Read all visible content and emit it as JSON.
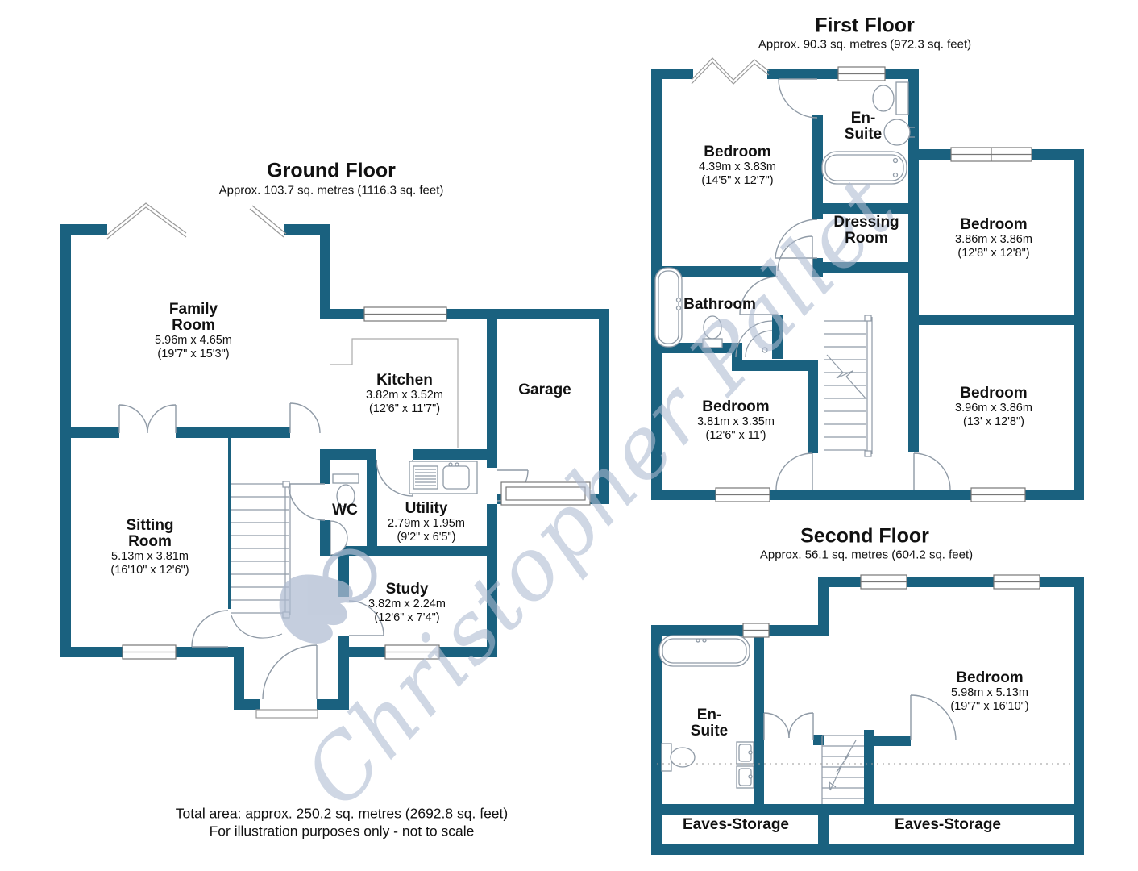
{
  "colors": {
    "wall": "#1A617F",
    "fixture_line": "#8F9AA6",
    "watermark": "#AEBBD1"
  },
  "watermark": {
    "text": "Christopher Pallet"
  },
  "footer": {
    "line1": "Total area: approx. 250.2 sq. metres (2692.8 sq. feet)",
    "line2": "For illustration purposes only - not to scale"
  },
  "floors": {
    "ground": {
      "title": "Ground Floor",
      "subtitle": "Approx. 103.7 sq. metres (1116.3 sq. feet)",
      "rooms": {
        "family": {
          "name": "Family Room",
          "m": "5.96m x 4.65m",
          "ft": "(19'7\" x 15'3\")"
        },
        "kitchen": {
          "name": "Kitchen",
          "m": "3.82m x 3.52m",
          "ft": "(12'6\" x 11'7\")"
        },
        "garage": {
          "name": "Garage"
        },
        "sitting": {
          "name": "Sitting Room",
          "m": "5.13m x 3.81m",
          "ft": "(16'10\" x 12'6\")"
        },
        "wc": {
          "name": "WC"
        },
        "utility": {
          "name": "Utility",
          "m": "2.79m x 1.95m",
          "ft": "(9'2\" x 6'5\")"
        },
        "study": {
          "name": "Study",
          "m": "3.82m x 2.24m",
          "ft": "(12'6\" x 7'4\")"
        }
      }
    },
    "first": {
      "title": "First Floor",
      "subtitle": "Approx. 90.3 sq. metres (972.3 sq. feet)",
      "rooms": {
        "bedroom1": {
          "name": "Bedroom",
          "m": "4.39m x 3.83m",
          "ft": "(14'5\" x 12'7\")"
        },
        "ensuite": {
          "name": "En-Suite"
        },
        "dressing": {
          "name": "Dressing Room"
        },
        "bedroom2": {
          "name": "Bedroom",
          "m": "3.86m x 3.86m",
          "ft": "(12'8\" x 12'8\")"
        },
        "bathroom": {
          "name": "Bathroom"
        },
        "bedroom3": {
          "name": "Bedroom",
          "m": "3.81m x 3.35m",
          "ft": "(12'6\" x 11')"
        },
        "bedroom4": {
          "name": "Bedroom",
          "m": "3.96m x 3.86m",
          "ft": "(13' x 12'8\")"
        }
      }
    },
    "second": {
      "title": "Second Floor",
      "subtitle": "Approx. 56.1 sq. metres (604.2 sq. feet)",
      "rooms": {
        "ensuite": {
          "name": "En-Suite"
        },
        "bedroom": {
          "name": "Bedroom",
          "m": "5.98m x 5.13m",
          "ft": "(19'7\" x 16'10\")"
        },
        "eaves_left": {
          "name": "Eaves-Storage"
        },
        "eaves_right": {
          "name": "Eaves-Storage"
        }
      }
    }
  }
}
